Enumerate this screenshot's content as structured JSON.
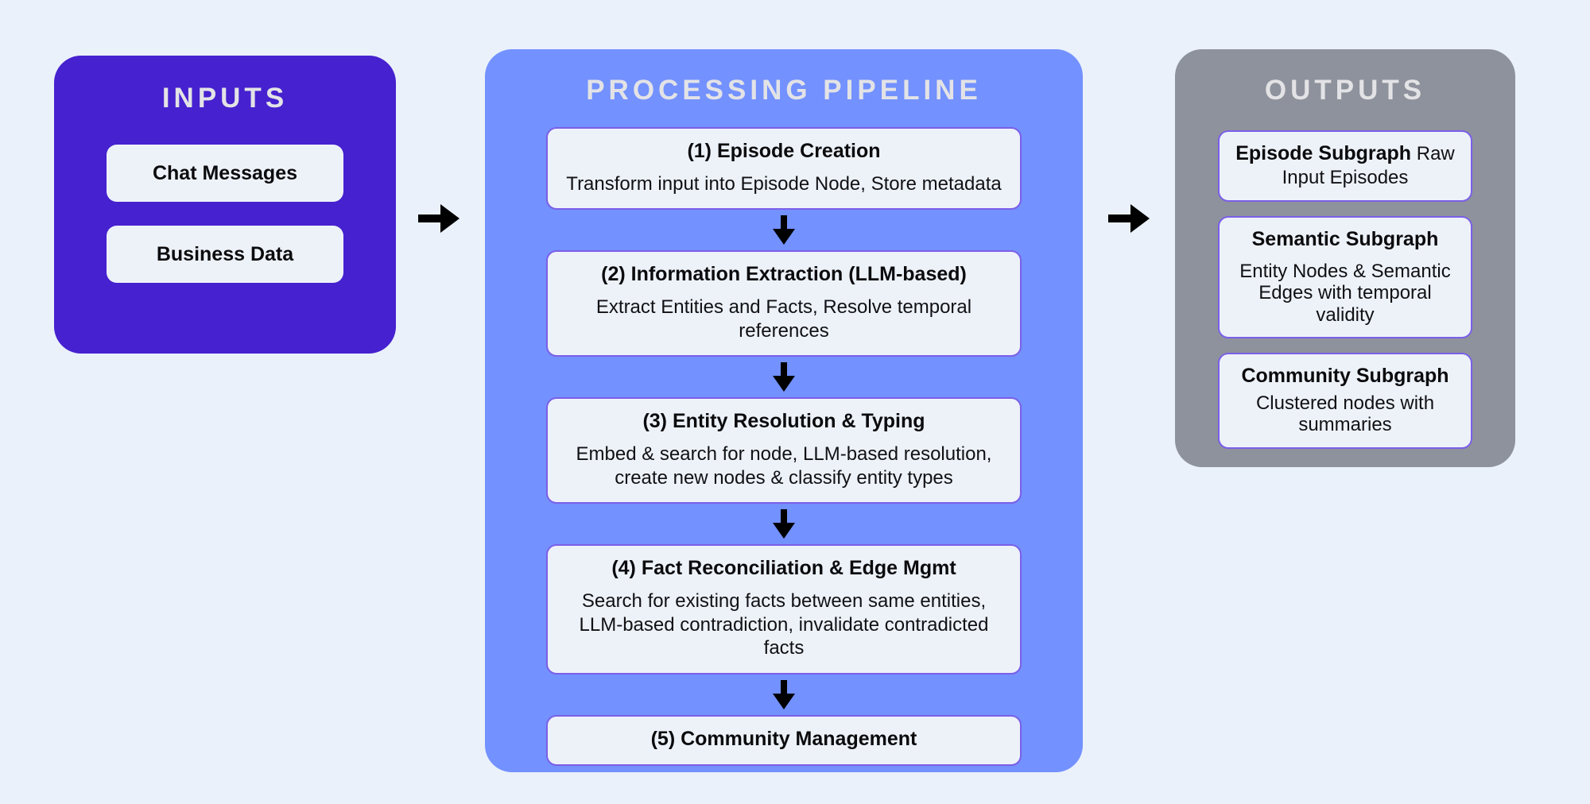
{
  "background_color": "#eaf1fa",
  "inputs": {
    "title": "INPUTS",
    "panel_color": "#4621cf",
    "card_color": "#edf2f9",
    "cards": [
      {
        "label": "Chat Messages"
      },
      {
        "label": "Business Data"
      }
    ]
  },
  "pipeline": {
    "title": "PROCESSING PIPELINE",
    "panel_color": "#7391ff",
    "card_color": "#edf2f9",
    "card_border_color": "#7b5fe8",
    "steps": [
      {
        "title": "(1) Episode Creation",
        "desc": "Transform input into Episode Node, Store metadata"
      },
      {
        "title": "(2) Information Extraction (LLM-based)",
        "desc": "Extract Entities and Facts, Resolve temporal references"
      },
      {
        "title": "(3) Entity Resolution & Typing",
        "desc": "Embed & search for node, LLM-based resolution,  create new nodes & classify entity types"
      },
      {
        "title": "(4) Fact Reconciliation & Edge Mgmt",
        "desc": "Search for existing facts between same entities, LLM-based contradiction, invalidate contradicted facts"
      },
      {
        "title": "(5) Community Management",
        "desc": ""
      }
    ]
  },
  "outputs": {
    "title": "OUTPUTS",
    "panel_color": "#8e929c",
    "card_color": "#edf2f9",
    "card_border_color": "#7b5fe8",
    "cards": [
      {
        "title": "Episode Subgraph",
        "desc": "Raw Input Episodes"
      },
      {
        "title": "Semantic Subgraph",
        "desc": "Entity Nodes & Semantic Edges with temporal validity"
      },
      {
        "title": "Community Subgraph",
        "desc": "Clustered nodes with summaries"
      }
    ]
  },
  "arrows": {
    "inputs_to_pipeline": "arrow-right-icon",
    "pipeline_to_outputs": "arrow-right-icon",
    "step_connector": "arrow-down-icon",
    "color": "#000000"
  }
}
